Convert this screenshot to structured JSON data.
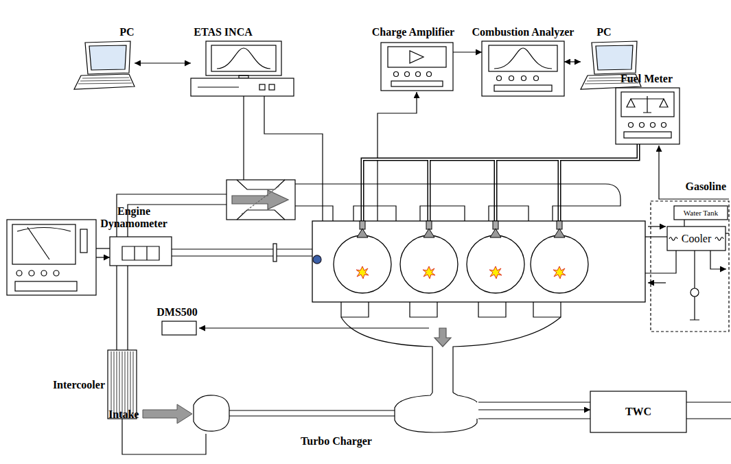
{
  "diagram": {
    "nodes": [
      {
        "text": [
          "PC"
        ]
      },
      {
        "text": [
          "ETAS INCA"
        ]
      },
      {
        "text": [
          "Charge Amplifier"
        ]
      },
      {
        "text": [
          "Combustion Analyzer"
        ]
      },
      {
        "text": [
          "PC"
        ]
      },
      {
        "text": [
          "Fuel Meter"
        ]
      },
      {
        "text": [
          "Engine Dynamometer"
        ]
      },
      {
        "text": [
          "Water Tank"
        ]
      },
      {
        "text": [
          "Cooler"
        ]
      },
      {
        "text": [
          "DMS500"
        ]
      },
      {
        "text": [
          "Intercooler"
        ]
      },
      {
        "text": [
          "Turbo Charger"
        ]
      },
      {
        "text": [
          "TWC"
        ]
      }
    ],
    "edges": [
      {
        "from": 0,
        "to": 1,
        "arrow": "both"
      },
      {
        "from": 2,
        "to": 3,
        "arrow": "to"
      },
      {
        "from": 3,
        "to": 4,
        "arrow": "both"
      },
      {
        "from": 7,
        "to": 8,
        "arrow": "none"
      },
      {
        "from": 11,
        "to": 12,
        "arrow": "to"
      },
      {
        "from": 11,
        "to": 10,
        "arrow": "none"
      }
    ],
    "labels": [
      "Gasoline",
      "Intake"
    ]
  }
}
